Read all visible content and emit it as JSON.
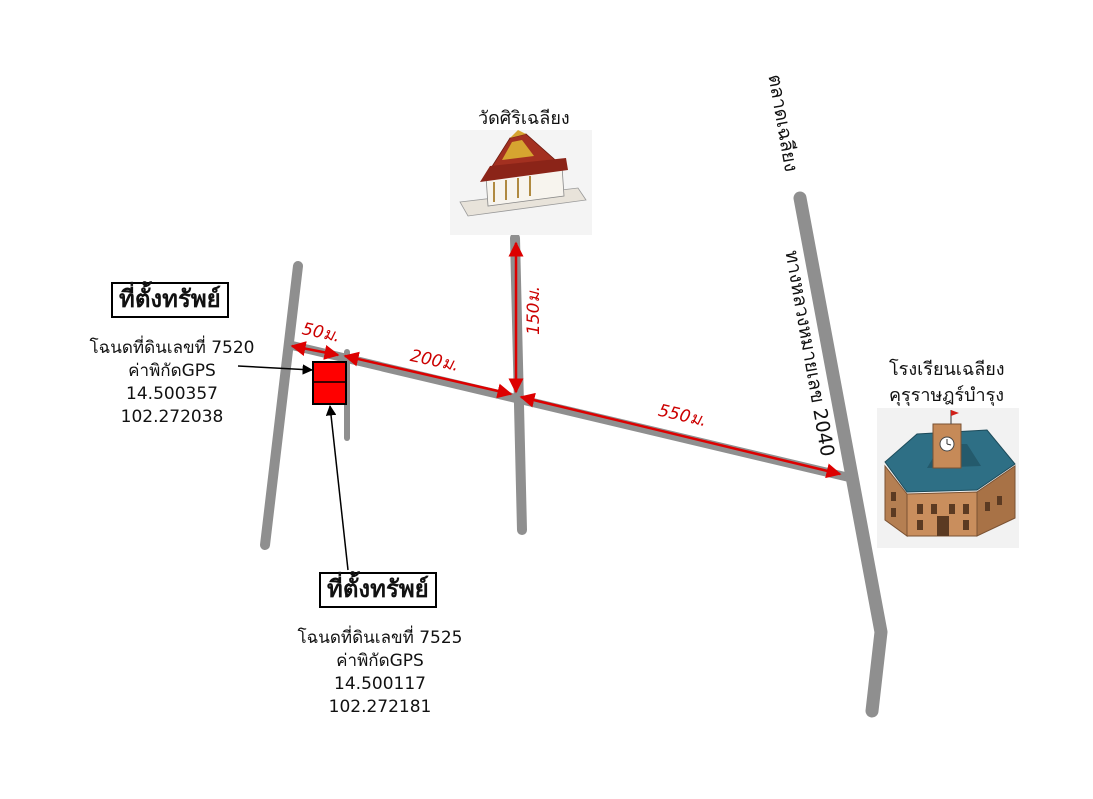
{
  "property_1": {
    "title": "ที่ตั้งทรัพย์",
    "deed": "โฉนดที่ดินเลขที่ 7520",
    "gps_label": "ค่าพิกัดGPS",
    "lat": "14.500357",
    "lng": "102.272038"
  },
  "property_2": {
    "title": "ที่ตั้งทรัพย์",
    "deed": "โฉนดที่ดินเลขที่ 7525",
    "gps_label": "ค่าพิกัดGPS",
    "lat": "14.500117",
    "lng": "102.272181"
  },
  "landmarks": {
    "temple": "วัดศิริเฉลียง",
    "school_line1": "โรงเรียนเฉลียง",
    "school_line2": "คุรุราษฎร์บำรุง",
    "market": "ตลาดเฉลียง",
    "highway": "ทางหลวงหมายเลข 2040"
  },
  "distances": {
    "d1": "50ม.",
    "d2": "200ม.",
    "d3": "150ม.",
    "d4": "550ม."
  },
  "colors": {
    "road": "#8f8f8f",
    "arrow": "#dd0000",
    "plot": "#ff0000"
  }
}
